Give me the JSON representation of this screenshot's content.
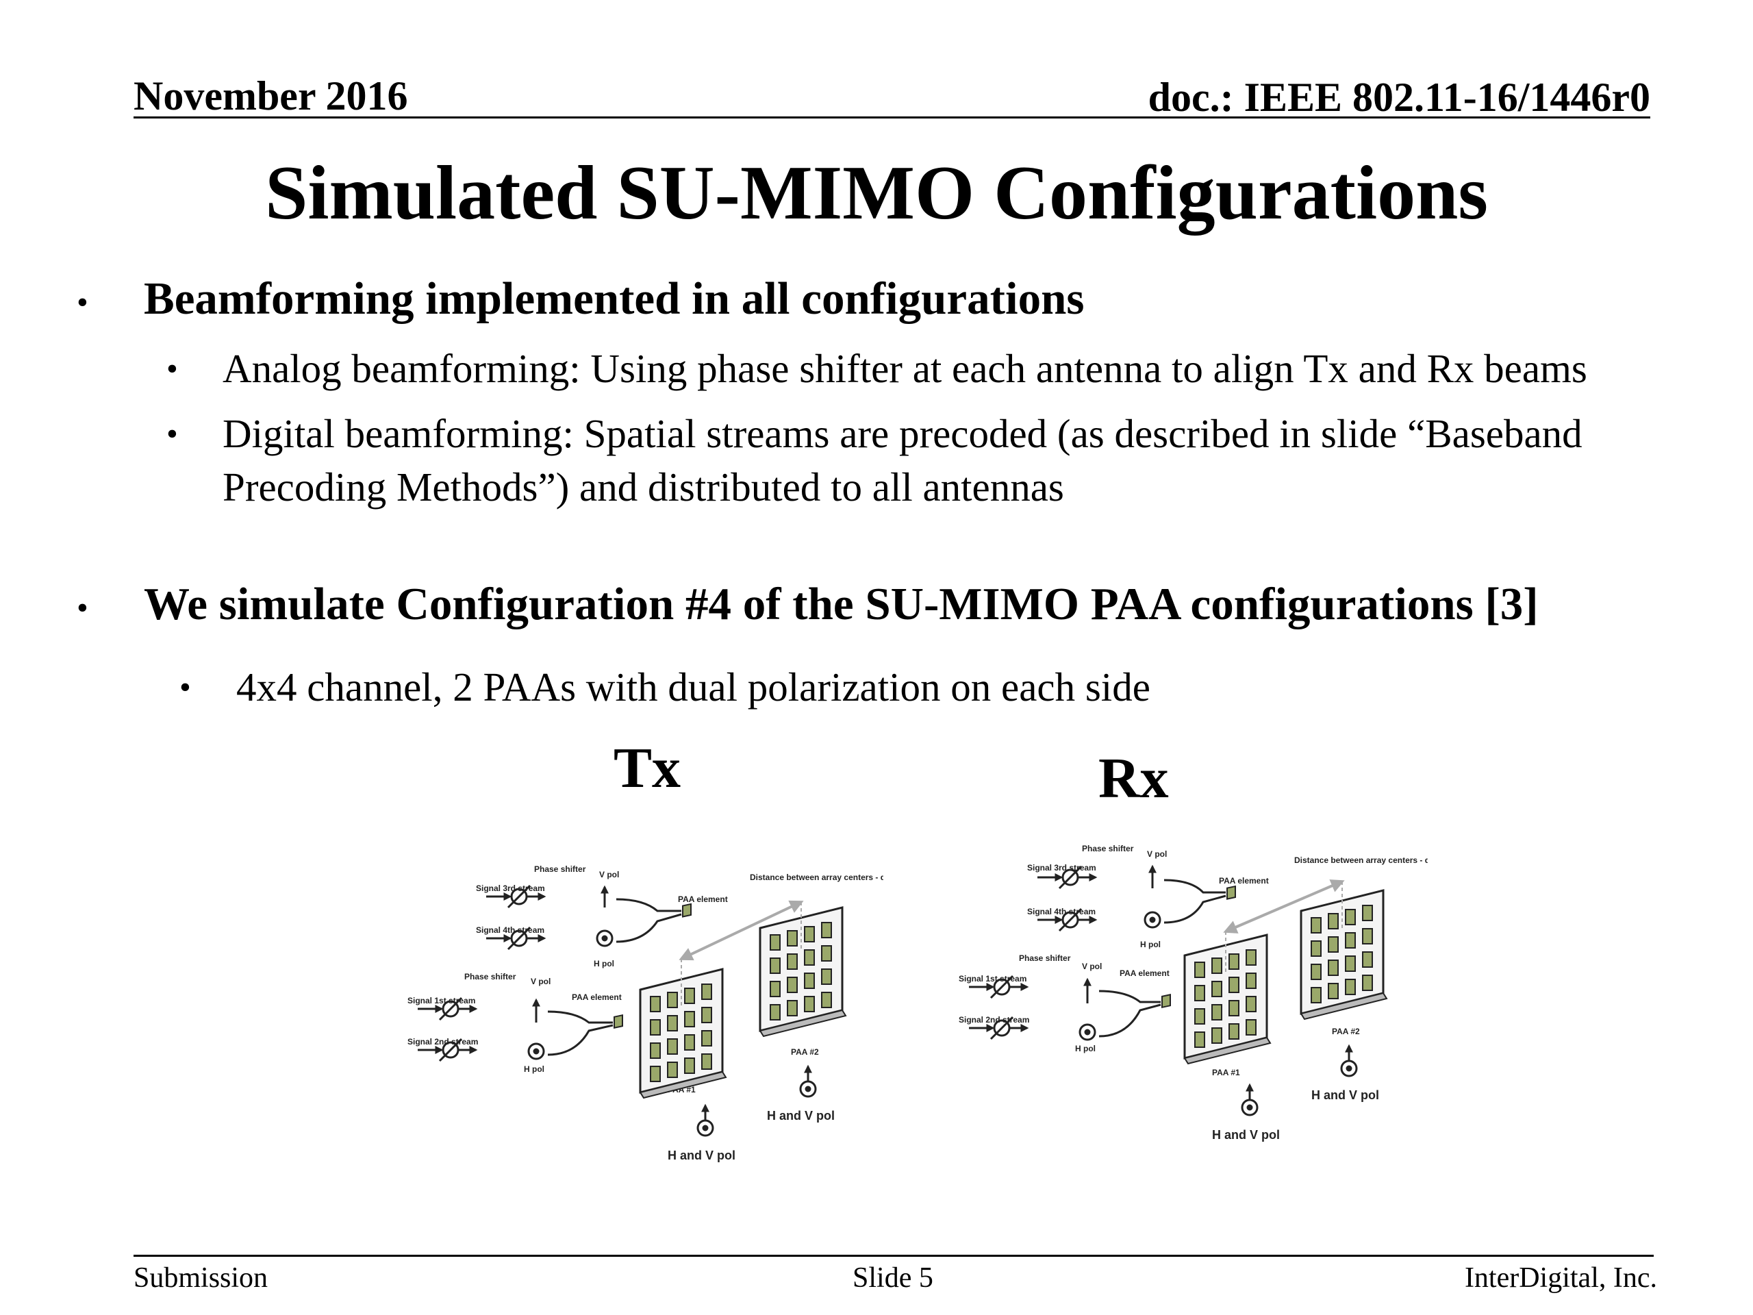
{
  "header": {
    "date": "November 2016",
    "doc": "doc.: IEEE 802.11-16/1446r0"
  },
  "title": "Simulated SU-MIMO Configurations",
  "bullets": [
    {
      "text": "Beamforming implemented in all configurations",
      "sub": [
        "Analog beamforming: Using phase shifter at each antenna to align Tx and Rx beams",
        "Digital beamforming: Spatial streams are precoded (as described in slide “Baseband Precoding Methods”) and distributed to all antennas"
      ]
    },
    {
      "text": "We simulate Configuration #4 of the SU-MIMO PAA configurations [3]",
      "sub": [
        "4x4 channel, 2 PAAs with dual polarization on each side"
      ]
    }
  ],
  "diagrams": {
    "tx": {
      "label": "Tx",
      "signal_a": "Signal 3rd stream",
      "signal_b": "Signal 4th stream",
      "signal_c": "Signal 1st stream",
      "signal_d": "Signal 2nd stream",
      "phase_shifter": "Phase shifter",
      "v_pol": "V pol",
      "h_pol": "H pol",
      "paa_element": "PAA element",
      "distance": "Distance between array centers - d",
      "paa1": "PAA #1",
      "paa2": "PAA #2",
      "hv_pol": "H and V pol"
    },
    "rx": {
      "label": "Rx",
      "signal_a": "Signal 3rd stream",
      "signal_b": "Signal 4th stream",
      "signal_c": "Signal 1st stream",
      "signal_d": "Signal 2nd stream",
      "phase_shifter": "Phase shifter",
      "v_pol": "V pol",
      "h_pol": "H pol",
      "paa_element": "PAA element",
      "distance": "Distance between array centers - d",
      "paa1": "PAA #1",
      "paa2": "PAA #2",
      "hv_pol": "H and V pol"
    }
  },
  "footer": {
    "left": "Submission",
    "center": "Slide 5",
    "right": "InterDigital, Inc."
  }
}
